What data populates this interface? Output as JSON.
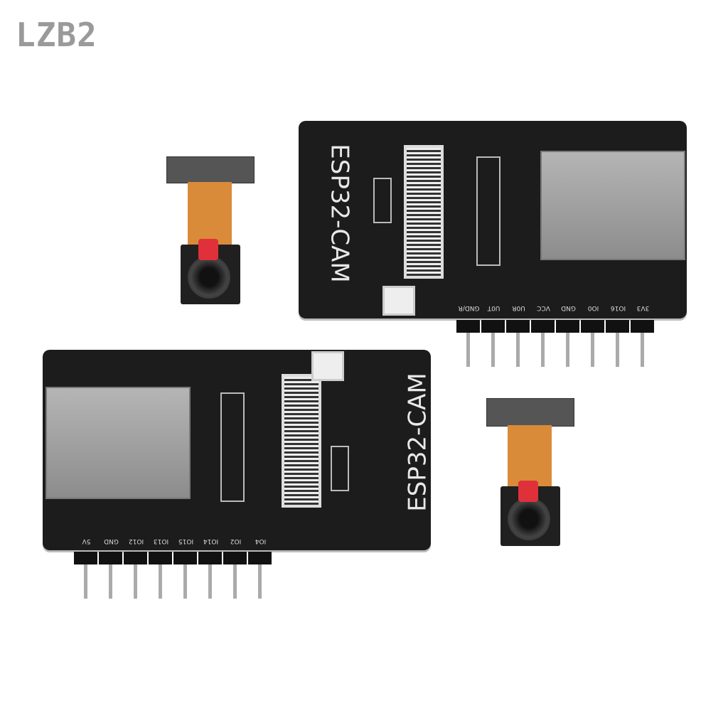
{
  "watermark": "LZB2",
  "boards": [
    {
      "title": "ESP32-CAM",
      "pins": [
        "GND/R",
        "U0T",
        "U0R",
        "VCC",
        "GND",
        "IO0",
        "IO16",
        "3V3"
      ]
    },
    {
      "title": "ESP32-CAM",
      "pins": [
        "5V",
        "GND",
        "IO12",
        "IO13",
        "IO15",
        "IO14",
        "IO2",
        "IO4"
      ]
    }
  ],
  "colors": {
    "board": "#1c1c1c",
    "flex_cable": "#d98b3a",
    "lens_tab": "#e0303a",
    "watermark": "#9a9a9a"
  }
}
